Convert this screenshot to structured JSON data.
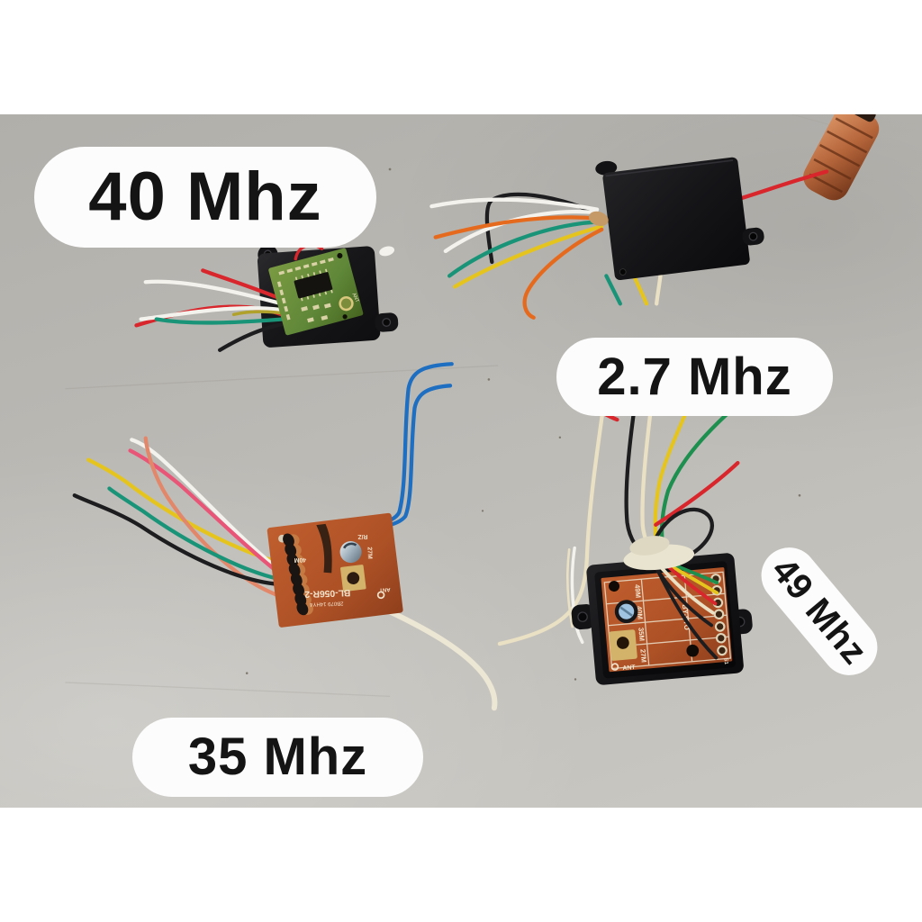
{
  "image": {
    "labels": [
      {
        "text": "40 Mhz"
      },
      {
        "text": "2.7 Mhz"
      },
      {
        "text": "35 Mhz"
      },
      {
        "text": "49 Mhz"
      }
    ]
  },
  "modules": [
    {
      "id": "green-pcb-receiver",
      "frequency_label": "40 Mhz",
      "texts": [
        "ANT"
      ]
    },
    {
      "id": "black-box-receiver",
      "frequency_label": "2.7 Mhz",
      "texts": []
    },
    {
      "id": "orange-pcb-receiver",
      "frequency_label": "35 Mhz",
      "texts": [
        "BL-056R-2",
        "2B079 14HY4",
        "40M",
        "27M",
        "R/Z",
        "ANT"
      ]
    },
    {
      "id": "boxed-pcb-receiver",
      "frequency_label": "49 Mhz",
      "texts": [
        "49M",
        "40M",
        "35M",
        "27M",
        "BY-STO",
        "ANT",
        "S1"
      ]
    }
  ],
  "palette": {
    "background": "#bcbab5",
    "pill_bg": "#fcfcfc",
    "pill_text": "#141414",
    "case_black": "#17171a",
    "pcb_green": "#5f8738",
    "pcb_orange": "#ad5126",
    "silkscreen": "#f2e6d0",
    "pad_gold": "#d3b36a",
    "copper": "#b5653a",
    "trimmer_blue": "#9fc3e0",
    "tape_cream": "#e9e4cf",
    "wire_red": "#d8262c",
    "wire_pink": "#e85577",
    "wire_salmon": "#e2876a",
    "wire_orange": "#e66a1e",
    "wire_yellow": "#e5c51d",
    "wire_olive": "#b0a12c",
    "wire_teal": "#1a9478",
    "wire_green": "#1d8f4e",
    "wire_blue": "#1e6ec2",
    "wire_black": "#1d1d1f",
    "wire_white": "#f4f2ec",
    "wire_cream": "#eae0c4"
  }
}
